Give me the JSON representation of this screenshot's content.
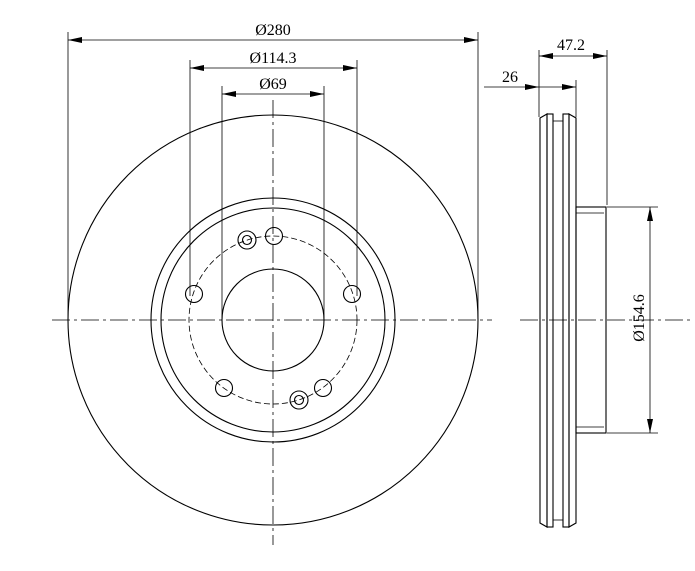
{
  "dimensions": {
    "outer_diameter": "Ø280",
    "bolt_circle": "Ø114.3",
    "center_bore": "Ø69",
    "total_height": "47.2",
    "disc_thickness": "26",
    "hat_diameter": "Ø154.6"
  }
}
